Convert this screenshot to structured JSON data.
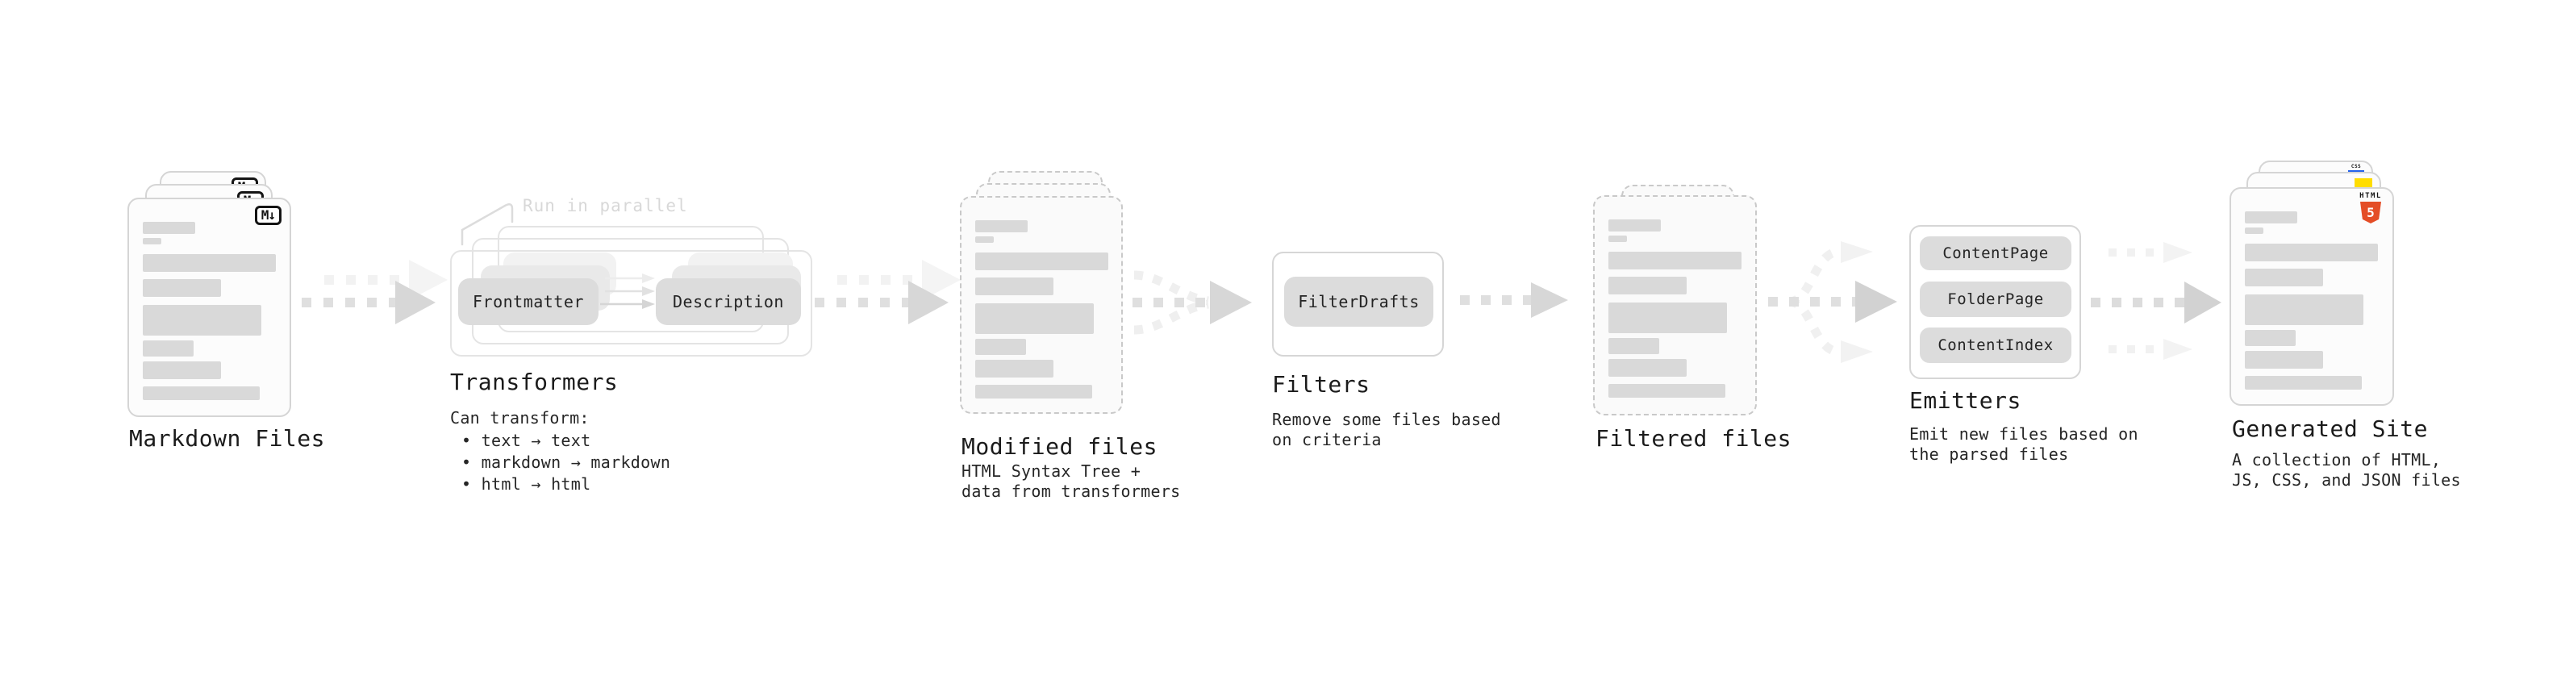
{
  "stages": {
    "markdown": {
      "label": "Markdown Files",
      "badge": "M↓"
    },
    "transformers": {
      "label": "Transformers",
      "annotation": "Run in parallel",
      "pill_left": "Frontmatter",
      "pill_right": "Description",
      "sub_heading": "Can transform:",
      "bullets": [
        "• text → text",
        "• markdown → markdown",
        "• html → html"
      ]
    },
    "modified": {
      "label": "Modified files",
      "sub": "HTML Syntax Tree +\ndata from transformers"
    },
    "filters": {
      "label": "Filters",
      "pill": "FilterDrafts",
      "sub": "Remove some files based\non criteria"
    },
    "filtered": {
      "label": "Filtered files"
    },
    "emitters": {
      "label": "Emitters",
      "pills": [
        "ContentPage",
        "FolderPage",
        "ContentIndex"
      ],
      "sub": "Emit new files based on\nthe parsed files"
    },
    "generated": {
      "label": "Generated Site",
      "sub": "A collection of HTML,\nJS, CSS, and JSON files",
      "html_icon_text": "HTML",
      "html_icon_number": "5",
      "css_icon_text": "CSS"
    }
  },
  "colors": {
    "html5_orange": "#e44d26",
    "js_yellow": "#ffdd00",
    "css_blue": "#2563eb",
    "bar_gray": "#d9d9d9",
    "arrow_gray": "#dfdfdf"
  }
}
